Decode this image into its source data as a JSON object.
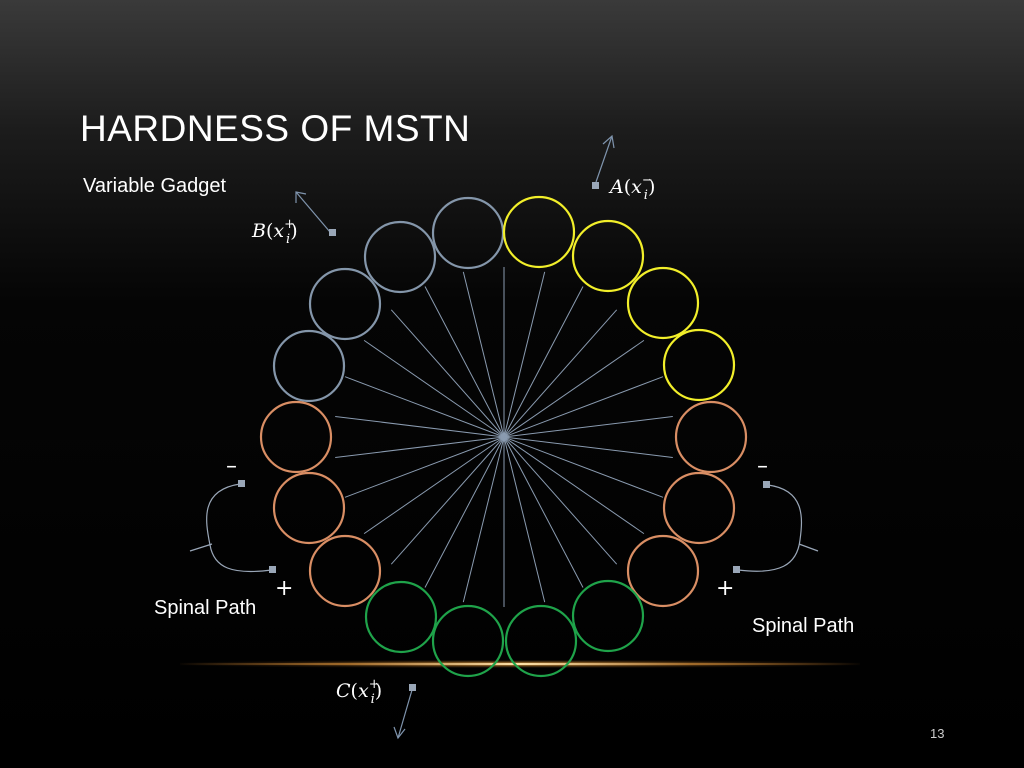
{
  "slide": {
    "title": "Hardness of MSTN",
    "subtitle": "Variable Gadget",
    "page_number": "13"
  },
  "labels": {
    "spinal_left": "Spinal Path",
    "spinal_right": "Spinal Path",
    "minus_left": "–",
    "minus_right": "–",
    "plus_left": "+",
    "plus_right": "+"
  },
  "math_labels": {
    "A": {
      "letter": "A",
      "var": "x",
      "sub": "i",
      "sup": "−"
    },
    "B": {
      "letter": "B",
      "var": "x",
      "sub": "i",
      "sup": "+"
    },
    "C": {
      "letter": "C",
      "var": "x",
      "sub": "i",
      "sup": "+"
    }
  },
  "colors": {
    "spoke": "#8a9bb0",
    "gray_circle": "#8496aa",
    "yellow_circle": "#f2ef2a",
    "orange_circle": "#d98e64",
    "green_circle": "#1fa34a",
    "connector": "#9aa7b8",
    "arrow": "#7f94ad"
  }
}
